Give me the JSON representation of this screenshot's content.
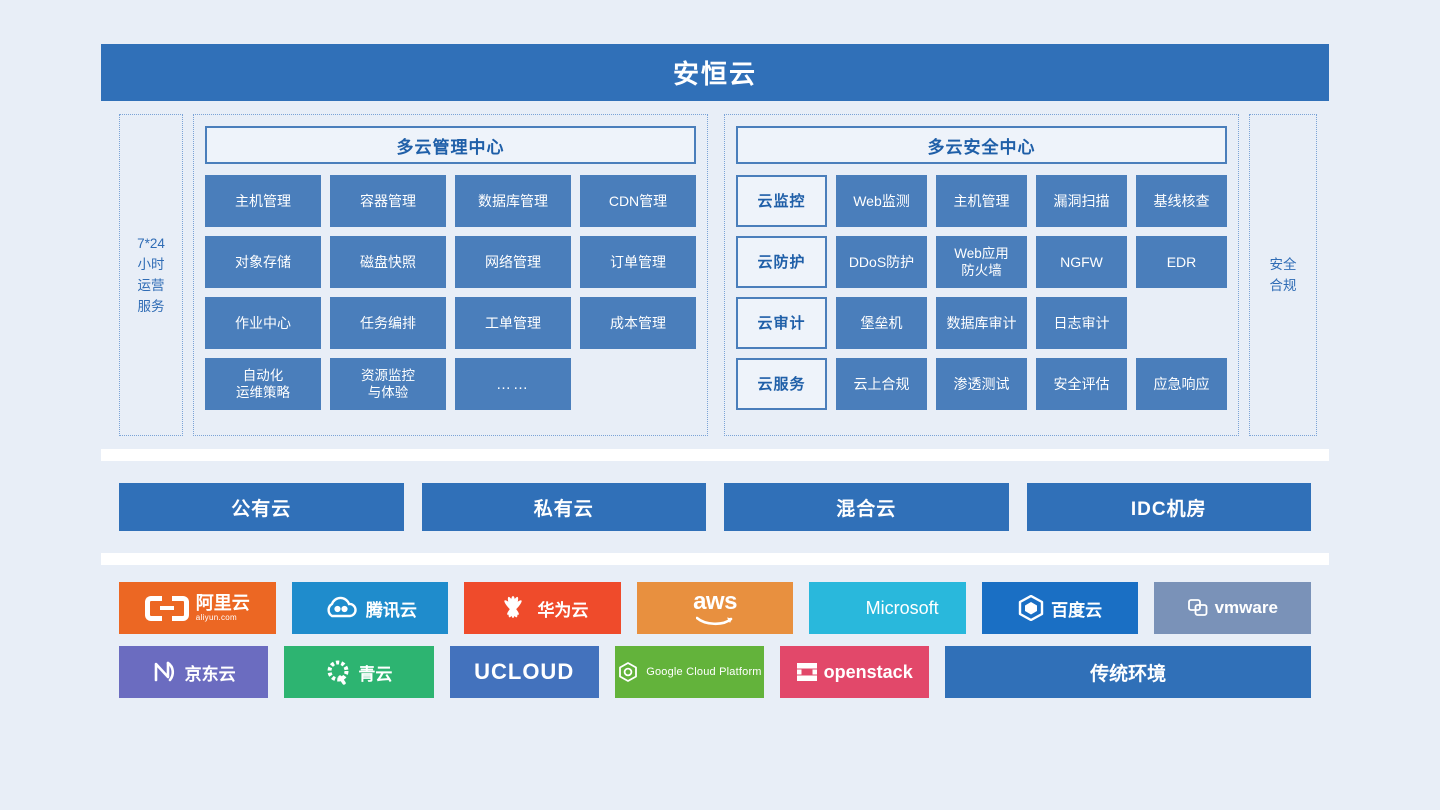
{
  "header": {
    "title": "安恒云"
  },
  "platform": {
    "left_column": {
      "text": "7*24\n小时\n运营\n服务"
    },
    "right_column": {
      "text": "安全\n合规"
    },
    "management_center": {
      "title": "多云管理中心",
      "cells": [
        "主机管理",
        "容器管理",
        "数据库管理",
        "CDN管理",
        "对象存储",
        "磁盘快照",
        "网络管理",
        "订单管理",
        "作业中心",
        "任务编排",
        "工单管理",
        "成本管理",
        "自动化\n运维策略",
        "资源监控\n与体验",
        "……"
      ]
    },
    "security_center": {
      "title": "多云安全中心",
      "rows": [
        {
          "category": "云监控",
          "items": [
            "Web监测",
            "主机管理",
            "漏洞扫描",
            "基线核查"
          ]
        },
        {
          "category": "云防护",
          "items": [
            "DDoS防护",
            "Web应用\n防火墙",
            "NGFW",
            "EDR"
          ]
        },
        {
          "category": "云审计",
          "items": [
            "堡垒机",
            "数据库审计",
            "日志审计",
            ""
          ]
        },
        {
          "category": "云服务",
          "items": [
            "云上合规",
            "渗透测试",
            "安全评估",
            "应急响应"
          ]
        }
      ]
    }
  },
  "cloud_types": {
    "items": [
      "公有云",
      "私有云",
      "混合云",
      "IDC机房"
    ]
  },
  "vendors": {
    "row1": [
      {
        "name": "阿里云",
        "sub": "aliyun.com",
        "icon": "aliyun-logo",
        "color": "#ec6723"
      },
      {
        "name": "腾讯云",
        "icon": "tencent-cloud-logo",
        "color": "#1f8ccc"
      },
      {
        "name": "华为云",
        "icon": "huawei-cloud-logo",
        "color": "#ef4b2b"
      },
      {
        "name": "aws",
        "icon": "aws-logo",
        "color": "#e8903f"
      },
      {
        "name": "Microsoft",
        "icon": "microsoft-logo",
        "color": "#29b8dc"
      },
      {
        "name": "百度云",
        "icon": "baidu-cloud-logo",
        "color": "#1a6fc4"
      },
      {
        "name": "vmware",
        "icon": "vmware-logo",
        "color": "#7a92b8"
      }
    ],
    "row2": [
      {
        "name": "京东云",
        "icon": "jd-cloud-logo",
        "color": "#6b6cc0"
      },
      {
        "name": "青云",
        "icon": "qingcloud-logo",
        "color": "#2db471"
      },
      {
        "name": "UCLOUD",
        "icon": "ucloud-logo",
        "color": "#4372bd"
      },
      {
        "name": "Google Cloud Platform",
        "icon": "google-cloud-logo",
        "color": "#63b churches"
      },
      {
        "name": "openstack",
        "icon": "openstack-logo",
        "color": "#e2486a"
      },
      {
        "name": "传统环境",
        "icon": "none",
        "color": "#3070b8"
      }
    ]
  },
  "colors": {
    "page_background": "#e8eef7",
    "header_blue": "#3070b8",
    "cell_blue": "#4a7ebb",
    "panel_border": "#7ba3d6",
    "accent_text": "#1f5fa8"
  }
}
